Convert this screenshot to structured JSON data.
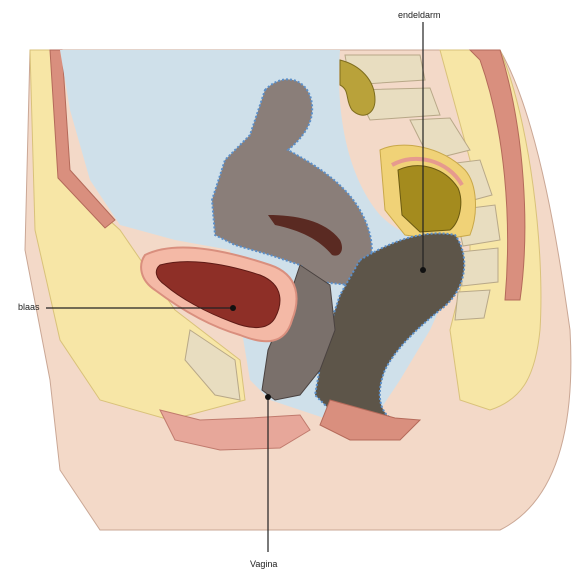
{
  "labels": {
    "endeldarm": "endeldarm",
    "blaas": "blaas",
    "vagina": "Vagina"
  },
  "colors": {
    "skin": "#f3d9c8",
    "fat": "#f7e6a6",
    "muscle": "#d98f7e",
    "organ_gray": "#8a7e79",
    "organ_dark": "#5d5549",
    "peritoneum": "#5b8fc9",
    "cavity": "#cfe0ea",
    "bladder_inner": "#8e2f27",
    "bone": "#e8ddc0",
    "rectum_content": "#a48b1e"
  }
}
